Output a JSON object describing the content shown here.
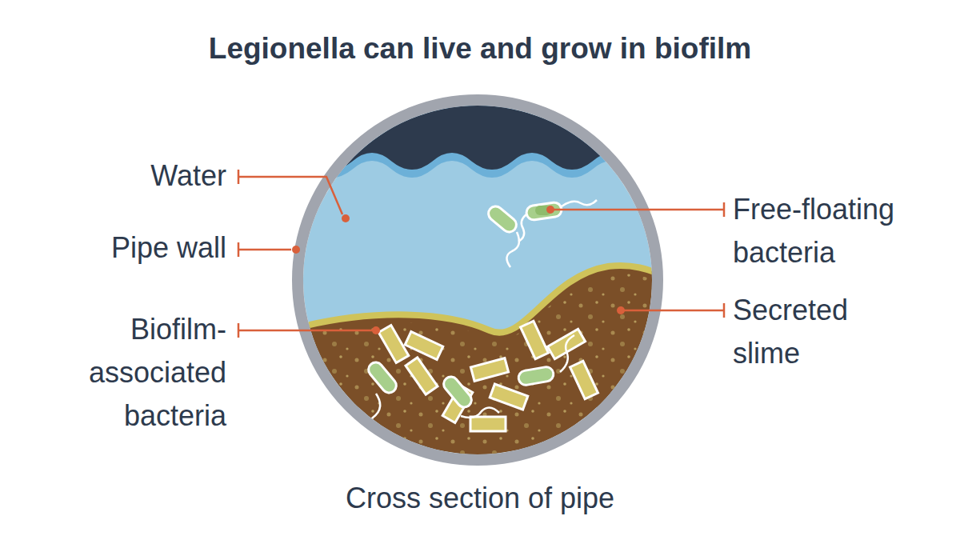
{
  "diagram": {
    "title": "Legionella can live and grow in biofilm",
    "caption": "Cross section of pipe",
    "labels": [
      "Water",
      "Pipe wall",
      "Biofilm- associated bacteria",
      "Free-floating bacteria",
      "Secreted slime"
    ]
  }
}
